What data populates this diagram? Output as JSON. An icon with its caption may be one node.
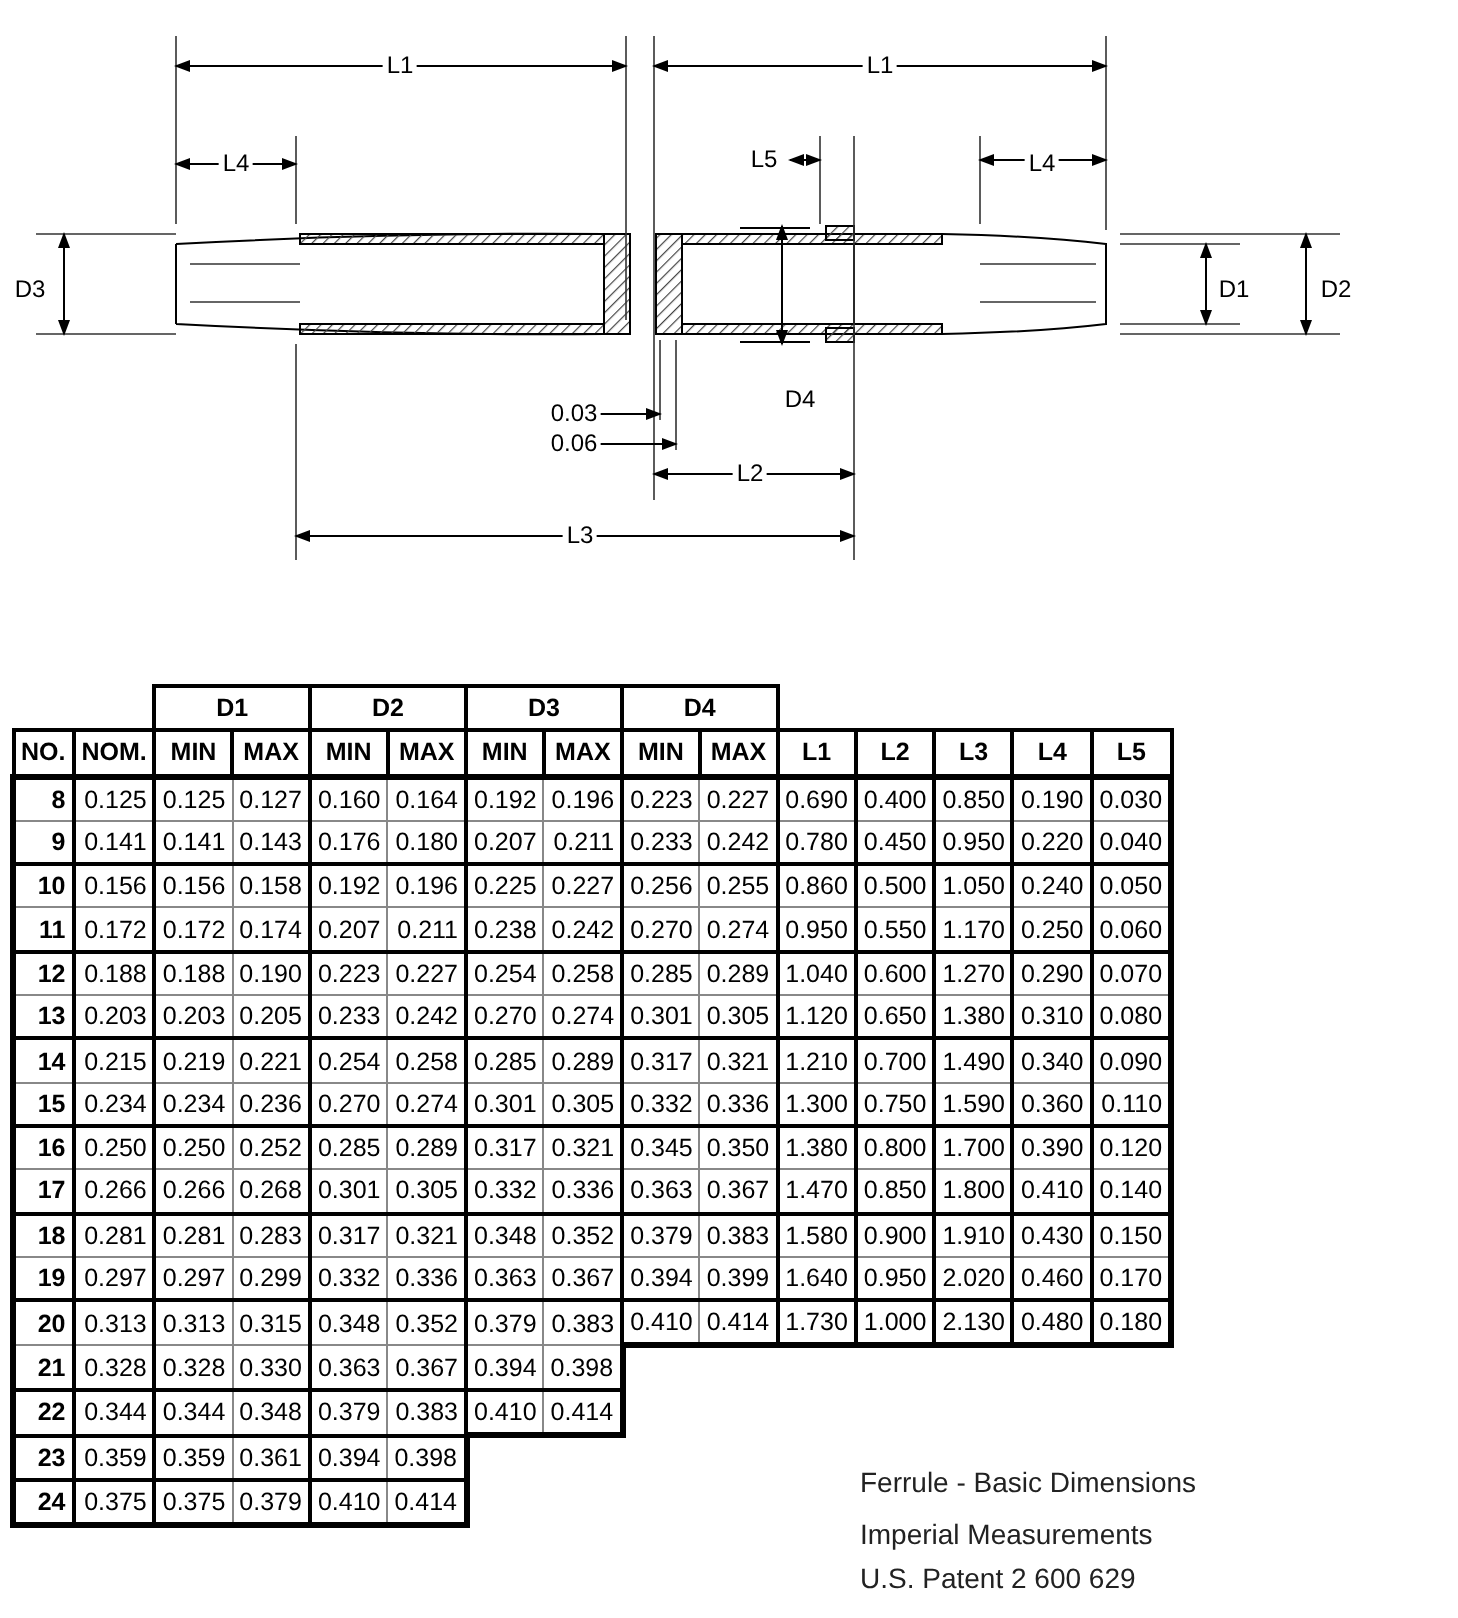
{
  "diagram": {
    "labels": [
      "L1",
      "L1",
      "L4",
      "L5",
      "L4",
      "D3",
      "D1",
      "D2",
      "D4",
      "0.03",
      "0.06",
      "L2",
      "L3",
      "D1",
      "D2",
      "D3",
      "D4",
      "NO.",
      "NOM.",
      "MIN",
      "MAX",
      "MIN",
      "MAX",
      "MIN",
      "MAX",
      "MIN",
      "MAX",
      "L1",
      "L2",
      "L3",
      "L4",
      "L5",
      "8",
      "0.125",
      "0.125",
      "0.127",
      "0.160",
      "0.164",
      "0.192",
      "0.196",
      "0.223",
      "0.227",
      "0.690",
      "0.400",
      "0.850",
      "0.190",
      "0.030",
      "9",
      "0.141",
      "0.141",
      "0.143",
      "0.176",
      "0.180",
      "0.207",
      "0.211",
      "0.233",
      "0.242",
      "0.780",
      "0.450",
      "0.950",
      "0.220",
      "0.040",
      "10",
      "0.156",
      "0.156",
      "0.158",
      "0.192",
      "0.196",
      "0.225",
      "0.227",
      "0.256",
      "0.255",
      "0.860",
      "0.500",
      "1.050",
      "0.240",
      "0.050",
      "11",
      "0.172",
      "0.172",
      "0.174",
      "0.207",
      "0.211",
      "0.238",
      "0.242",
      "0.270",
      "0.274",
      "0.950",
      "0.550",
      "1.170",
      "0.250",
      "0.060",
      "12",
      "0.188",
      "0.188",
      "0.190",
      "0.223",
      "0.227",
      "0.254",
      "0.258",
      "0.285",
      "0.289",
      "1.040",
      "0.600",
      "1.270",
      "0.290",
      "0.070",
      "13",
      "0.203",
      "0.203",
      "0.205",
      "0.233",
      "0.242",
      "0.270",
      "0.274",
      "0.301",
      "0.305",
      "1.120",
      "0.650",
      "1.380",
      "0.310",
      "0.080",
      "14",
      "0.215",
      "0.219",
      "0.221",
      "0.254",
      "0.258",
      "0.285",
      "0.289",
      "0.317",
      "0.321",
      "1.210",
      "0.700",
      "1.490",
      "0.340",
      "0.090",
      "15",
      "0.234",
      "0.234",
      "0.236",
      "0.270",
      "0.274",
      "0.301",
      "0.305",
      "0.332",
      "0.336",
      "1.300",
      "0.750",
      "1.590",
      "0.360",
      "0.110",
      "16",
      "0.250",
      "0.250",
      "0.252",
      "0.285",
      "0.289",
      "0.317",
      "0.321",
      "0.345",
      "0.350",
      "1.380",
      "0.800",
      "1.700",
      "0.390",
      "0.120",
      "17",
      "0.266",
      "0.266",
      "0.268",
      "0.301",
      "0.305",
      "0.332",
      "0.336",
      "0.363",
      "0.367",
      "1.470",
      "0.850",
      "1.800",
      "0.410",
      "0.140",
      "18",
      "0.281",
      "0.281",
      "0.283",
      "0.317",
      "0.321",
      "0.348",
      "0.352",
      "0.379",
      "0.383",
      "1.580",
      "0.900",
      "1.910",
      "0.430",
      "0.150",
      "19",
      "0.297",
      "0.297",
      "0.299",
      "0.332",
      "0.336",
      "0.363",
      "0.367",
      "0.394",
      "0.399",
      "1.640",
      "0.950",
      "2.020",
      "0.460",
      "0.170",
      "20",
      "0.313",
      "0.313",
      "0.315",
      "0.348",
      "0.352",
      "0.379",
      "0.383",
      "0.410",
      "0.414",
      "1.730",
      "1.000",
      "2.130",
      "0.480",
      "0.180",
      "21",
      "0.328",
      "0.328",
      "0.330",
      "0.363",
      "0.367",
      "0.394",
      "0.398",
      "22",
      "0.344",
      "0.344",
      "0.348",
      "0.379",
      "0.383",
      "0.410",
      "0.414",
      "23",
      "0.359",
      "0.359",
      "0.361",
      "0.394",
      "0.398",
      "24",
      "0.375",
      "0.375",
      "0.379",
      "0.410",
      "0.414",
      "Ferrule - Basic Dimensions",
      "Imperial Measurements",
      "U.S. Patent 2 600 629"
    ]
  }
}
